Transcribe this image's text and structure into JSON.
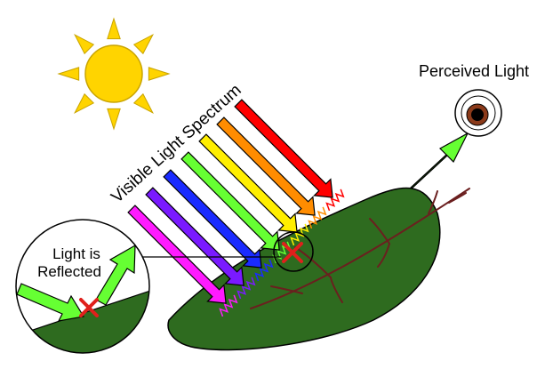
{
  "labels": {
    "spectrum": "Visible Light Spectrum",
    "perceived": "Perceived Light",
    "reflected_line1": "Light is",
    "reflected_line2": "Reflected"
  },
  "colors": {
    "sun": "#ffd400",
    "sun_stroke": "#c9a400",
    "leaf": "#2e6b1f",
    "vein": "#6b1f1f",
    "reflected_arrow": "#66ff33",
    "cross": "#e0201c",
    "eye_iris": "#8b3a1a"
  },
  "spectrum": [
    {
      "name": "red",
      "color": "#ff0000"
    },
    {
      "name": "orange",
      "color": "#ff8c00"
    },
    {
      "name": "yellow",
      "color": "#ffee00"
    },
    {
      "name": "green",
      "color": "#66ff33"
    },
    {
      "name": "blue",
      "color": "#1a2bff"
    },
    {
      "name": "indigo",
      "color": "#7a1aff"
    },
    {
      "name": "violet",
      "color": "#ff1aff"
    }
  ]
}
